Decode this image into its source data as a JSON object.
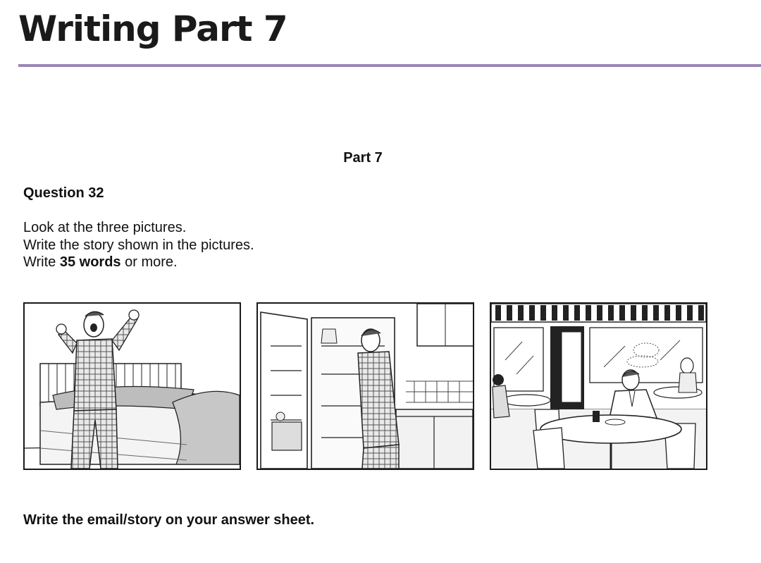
{
  "header": {
    "title": "Writing Part 7"
  },
  "task": {
    "part_heading": "Part 7",
    "question_label": "Question 32",
    "instructions": {
      "line1": "Look at the three pictures.",
      "line2": "Write the story shown in the pictures.",
      "line3_before": "Write ",
      "line3_bold": "35 words",
      "line3_after": " or more."
    },
    "footer": "Write the email/story on your answer sheet."
  },
  "colors": {
    "title_rule": "#9b86b4",
    "ink": "#1a1a1a"
  },
  "pictures": [
    {
      "scene": "man-waking-up-in-bedroom-icon"
    },
    {
      "scene": "man-looking-in-fridge-icon"
    },
    {
      "scene": "man-sitting-in-cafe-icon"
    }
  ]
}
